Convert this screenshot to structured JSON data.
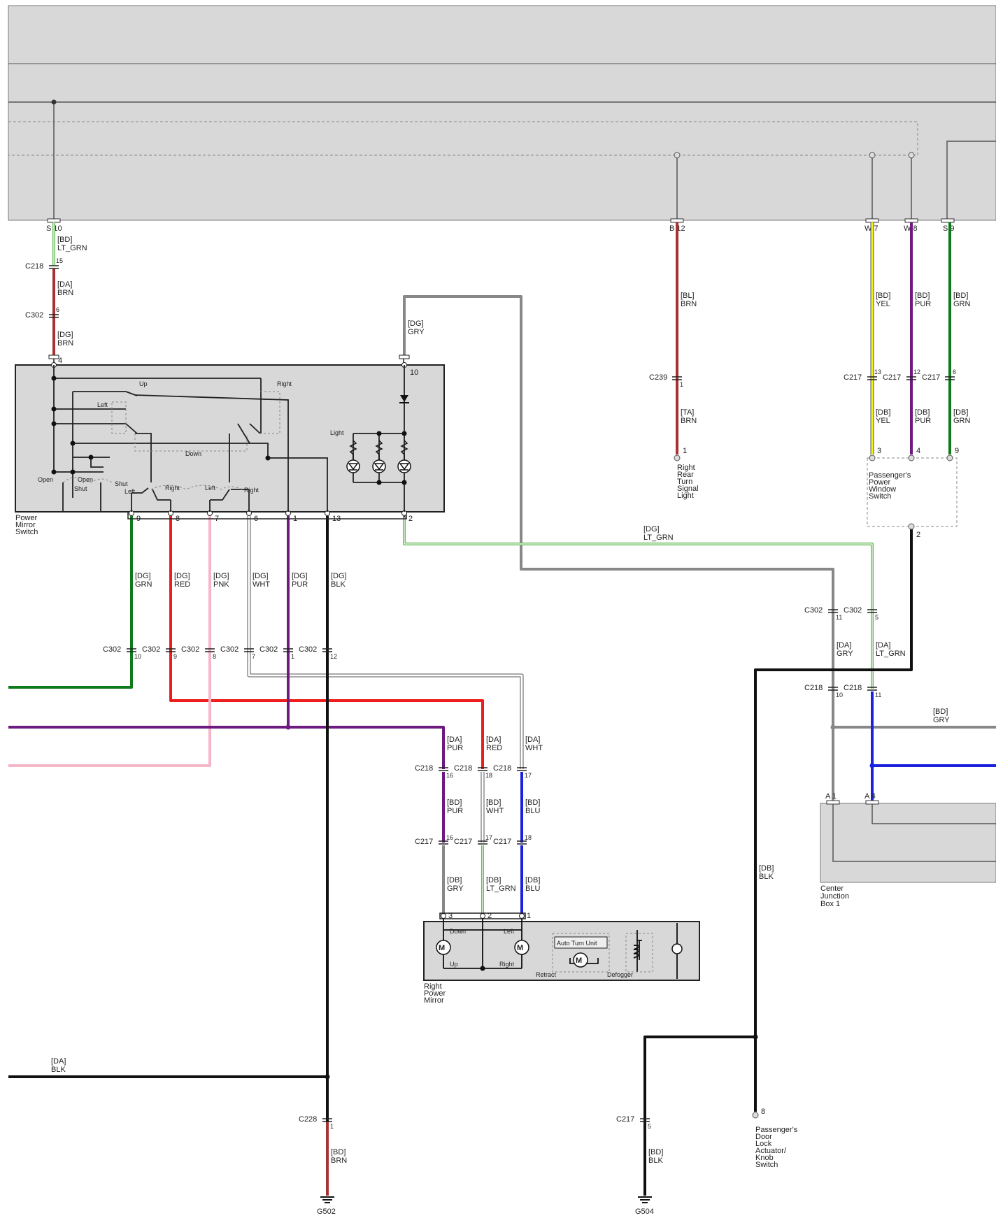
{
  "colors": {
    "lt_grn": "#66bb55",
    "brn": "#a83232",
    "gry": "#888888",
    "grn": "#0f7a1a",
    "red": "#ee1c1c",
    "pnk": "#f5b6c8",
    "wht": "#ffffff",
    "pur": "#6e1a80",
    "blk": "#111111",
    "yel": "#f2f21a",
    "blu": "#1a22dd",
    "panel": "#d8d8d8"
  },
  "top_pins": [
    {
      "id": "s10",
      "label": "S  10"
    },
    {
      "id": "b12",
      "label": "B  12"
    },
    {
      "id": "w7",
      "label": "W  7"
    },
    {
      "id": "w8",
      "label": "W  8"
    },
    {
      "id": "s9",
      "label": "S  9"
    }
  ],
  "wires": [
    {
      "id": "w-s10-a",
      "code": "[BD]",
      "color": "LT_GRN"
    },
    {
      "id": "w-s10-b",
      "code": "[DA]",
      "color": "BRN"
    },
    {
      "id": "w-s10-c",
      "code": "[DG]",
      "color": "BRN"
    },
    {
      "id": "w-gry-top",
      "code": "[DG]",
      "color": "GRY"
    },
    {
      "id": "w-b12-a",
      "code": "[BL]",
      "color": "BRN"
    },
    {
      "id": "w-b12-b",
      "code": "[TA]",
      "color": "BRN"
    },
    {
      "id": "w-w7-a",
      "code": "[BD]",
      "color": "YEL"
    },
    {
      "id": "w-w7-b",
      "code": "[DB]",
      "color": "YEL"
    },
    {
      "id": "w-w8-a",
      "code": "[BD]",
      "color": "PUR"
    },
    {
      "id": "w-w8-b",
      "code": "[DB]",
      "color": "PUR"
    },
    {
      "id": "w-s9-a",
      "code": "[BD]",
      "color": "GRN"
    },
    {
      "id": "w-s9-b",
      "code": "[DB]",
      "color": "GRN"
    },
    {
      "id": "w-ltgrn-mid",
      "code": "[DG]",
      "color": "LT_GRN"
    },
    {
      "id": "w-p9",
      "code": "[DG]",
      "color": "GRN"
    },
    {
      "id": "w-p8",
      "code": "[DG]",
      "color": "RED"
    },
    {
      "id": "w-p7",
      "code": "[DG]",
      "color": "PNK"
    },
    {
      "id": "w-p6",
      "code": "[DG]",
      "color": "WHT"
    },
    {
      "id": "w-p1",
      "code": "[DG]",
      "color": "PUR"
    },
    {
      "id": "w-p13",
      "code": "[DG]",
      "color": "BLK"
    },
    {
      "id": "w-da-gry",
      "code": "[DA]",
      "color": "GRY"
    },
    {
      "id": "w-da-ltgrn",
      "code": "[DA]",
      "color": "LT_GRN"
    },
    {
      "id": "w-bd-gry",
      "code": "[BD]",
      "color": "GRY"
    },
    {
      "id": "w-da-pur",
      "code": "[DA]",
      "color": "PUR"
    },
    {
      "id": "w-da-red",
      "code": "[DA]",
      "color": "RED"
    },
    {
      "id": "w-da-wht",
      "code": "[DA]",
      "color": "WHT"
    },
    {
      "id": "w-bd-pur",
      "code": "[BD]",
      "color": "PUR"
    },
    {
      "id": "w-bd-wht",
      "code": "[BD]",
      "color": "WHT"
    },
    {
      "id": "w-bd-blu",
      "code": "[BD]",
      "color": "BLU"
    },
    {
      "id": "w-db-gry",
      "code": "[DB]",
      "color": "GRY"
    },
    {
      "id": "w-db-ltgrn",
      "code": "[DB]",
      "color": "LT_GRN"
    },
    {
      "id": "w-db-blu",
      "code": "[DB]",
      "color": "BLU"
    },
    {
      "id": "w-db-blk",
      "code": "[DB]",
      "color": "BLK"
    },
    {
      "id": "w-da-blk",
      "code": "[DA]",
      "color": "BLK"
    },
    {
      "id": "w-bd-brn",
      "code": "[BD]",
      "color": "BRN"
    },
    {
      "id": "w-bd-blk",
      "code": "[BD]",
      "color": "BLK"
    }
  ],
  "connectors": [
    {
      "id": "c218-15",
      "name": "C218",
      "pin": "15"
    },
    {
      "id": "c302-6",
      "name": "C302",
      "pin": "6"
    },
    {
      "id": "c239-1",
      "name": "C239",
      "pin": "1"
    },
    {
      "id": "c217-13",
      "name": "C217",
      "pin": "13"
    },
    {
      "id": "c217-12",
      "name": "C217",
      "pin": "12"
    },
    {
      "id": "c217-6",
      "name": "C217",
      "pin": "6"
    },
    {
      "id": "c302-10",
      "name": "C302",
      "pin": "10"
    },
    {
      "id": "c302-9",
      "name": "C302",
      "pin": "9"
    },
    {
      "id": "c302-8",
      "name": "C302",
      "pin": "8"
    },
    {
      "id": "c302-7",
      "name": "C302",
      "pin": "7"
    },
    {
      "id": "c302-1",
      "name": "C302",
      "pin": "1"
    },
    {
      "id": "c302-12",
      "name": "C302",
      "pin": "12"
    },
    {
      "id": "c302-11",
      "name": "C302",
      "pin": "11"
    },
    {
      "id": "c302-5",
      "name": "C302",
      "pin": "5"
    },
    {
      "id": "c218-10",
      "name": "C218",
      "pin": "10"
    },
    {
      "id": "c218-11",
      "name": "C218",
      "pin": "11"
    },
    {
      "id": "c218-16",
      "name": "C218",
      "pin": "16"
    },
    {
      "id": "c218-18",
      "name": "C218",
      "pin": "18"
    },
    {
      "id": "c218-17",
      "name": "C218",
      "pin": "17"
    },
    {
      "id": "c217-16",
      "name": "C217",
      "pin": "16"
    },
    {
      "id": "c217-17",
      "name": "C217",
      "pin": "17"
    },
    {
      "id": "c217-18",
      "name": "C217",
      "pin": "18"
    },
    {
      "id": "c228-1",
      "name": "C228",
      "pin": "1"
    },
    {
      "id": "c217-5",
      "name": "C217",
      "pin": "5"
    }
  ],
  "pins": [
    {
      "id": "pms-4",
      "label": "4"
    },
    {
      "id": "pms-10",
      "label": "10"
    },
    {
      "id": "pms-9",
      "label": "9"
    },
    {
      "id": "pms-8",
      "label": "8"
    },
    {
      "id": "pms-7",
      "label": "7"
    },
    {
      "id": "pms-6",
      "label": "6"
    },
    {
      "id": "pms-1",
      "label": "1"
    },
    {
      "id": "pms-13",
      "label": "13"
    },
    {
      "id": "pms-2",
      "label": "2"
    },
    {
      "id": "rrt-1",
      "label": "1"
    },
    {
      "id": "pws-3",
      "label": "3"
    },
    {
      "id": "pws-4",
      "label": "4"
    },
    {
      "id": "pws-9",
      "label": "9"
    },
    {
      "id": "pws-2",
      "label": "2"
    },
    {
      "id": "rpm-3",
      "label": "3"
    },
    {
      "id": "rpm-2",
      "label": "2"
    },
    {
      "id": "rpm-1",
      "label": "1"
    },
    {
      "id": "cjb-a1",
      "label": "A  1"
    },
    {
      "id": "cjb-a4",
      "label": "A  4"
    },
    {
      "id": "pdl-8",
      "label": "8"
    }
  ],
  "components": {
    "power_mirror_switch": [
      "Power",
      "Mirror",
      "Switch"
    ],
    "right_rear_turn": [
      "Right",
      "Rear",
      "Turn",
      "Signal",
      "Light"
    ],
    "passenger_window_switch": [
      "Passenger's",
      "Power",
      "Window",
      "Switch"
    ],
    "right_power_mirror": [
      "Right",
      "Power",
      "Mirror"
    ],
    "center_junction_box": [
      "Center",
      "Junction",
      "Box 1"
    ],
    "passenger_door_lock": [
      "Passenger's",
      "Door",
      "Lock",
      "Actuator/",
      "Knob",
      "Switch"
    ]
  },
  "switch_labels": {
    "up": "Up",
    "right_top": "Right",
    "left": "Left",
    "down": "Down",
    "light": "Light",
    "open1": "Open",
    "open2": "Open",
    "shut1": "Shut",
    "shut2": "Shut",
    "left_b1": "Left",
    "right_b1": "Right",
    "left_b2": "Left",
    "right_b2": "Right"
  },
  "mirror_labels": {
    "down": "Down",
    "up": "Up",
    "left": "Left",
    "right": "Right",
    "auto_turn_unit": "Auto Turn Unit",
    "retract": "Retract",
    "defogger": "Defogger",
    "motor": "M"
  },
  "grounds": [
    {
      "id": "g502",
      "label": "G502"
    },
    {
      "id": "g504",
      "label": "G504"
    }
  ]
}
